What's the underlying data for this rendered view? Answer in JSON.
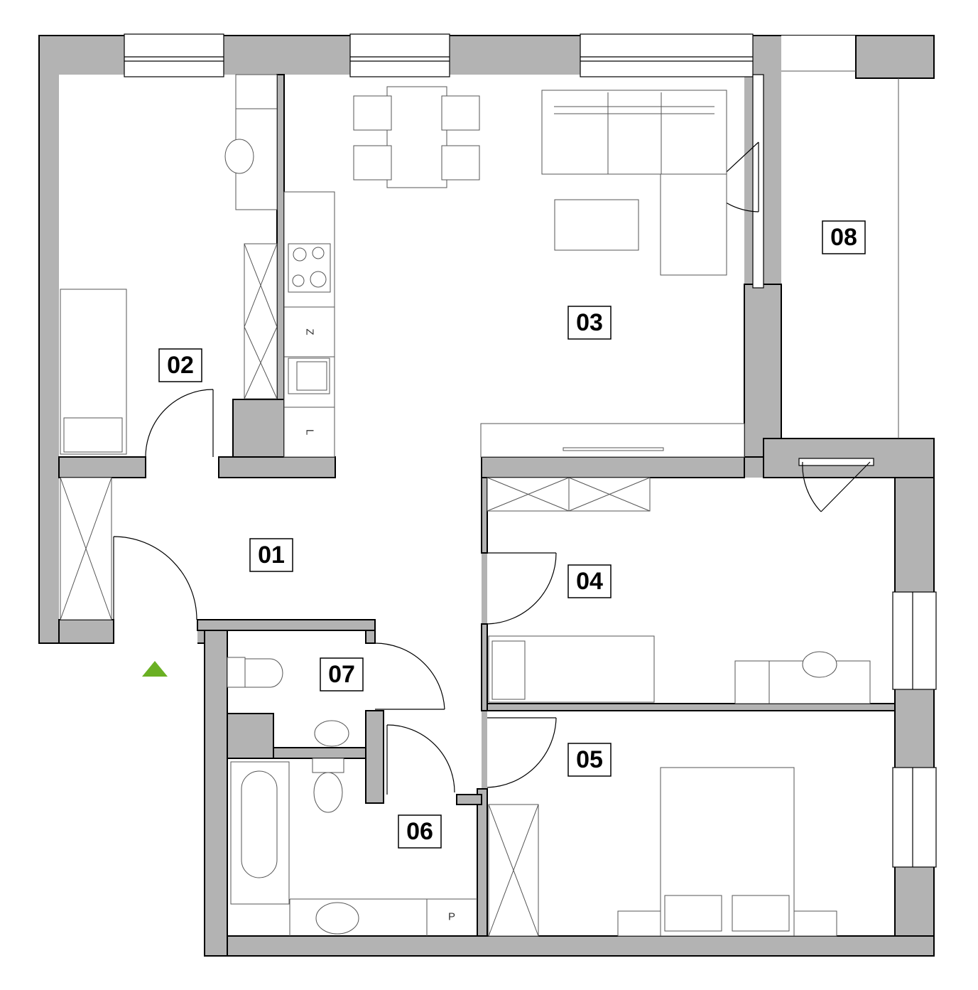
{
  "rooms": [
    {
      "id": "01",
      "label": "01"
    },
    {
      "id": "02",
      "label": "02"
    },
    {
      "id": "03",
      "label": "03"
    },
    {
      "id": "04",
      "label": "04"
    },
    {
      "id": "05",
      "label": "05"
    },
    {
      "id": "06",
      "label": "06"
    },
    {
      "id": "07",
      "label": "07"
    },
    {
      "id": "08",
      "label": "08"
    }
  ],
  "appliance_marks": {
    "fridge": "Z",
    "dishwasher": "L",
    "washer": "P"
  },
  "colors": {
    "wall": "#b3b3b3",
    "entrance_marker": "#6ab023"
  },
  "icons": {
    "entrance": "entrance-triangle-icon"
  }
}
